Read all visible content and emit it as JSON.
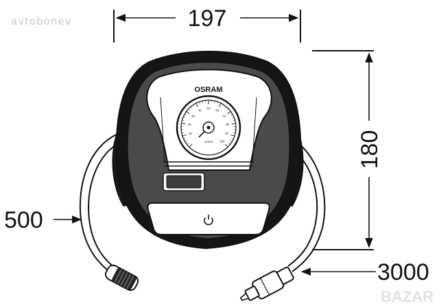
{
  "watermark": "avtobonev",
  "dimensions": {
    "width": "197",
    "height": "180",
    "hose": "500",
    "cable": "3000"
  },
  "device": {
    "brand": "OSRAM",
    "gauge_ticks": [
      "10",
      "20",
      "30",
      "40",
      "50",
      "60",
      "70",
      "80",
      "90",
      "100"
    ]
  },
  "bazar_mark": "BAZAR",
  "icons": {
    "power": "power-icon"
  }
}
